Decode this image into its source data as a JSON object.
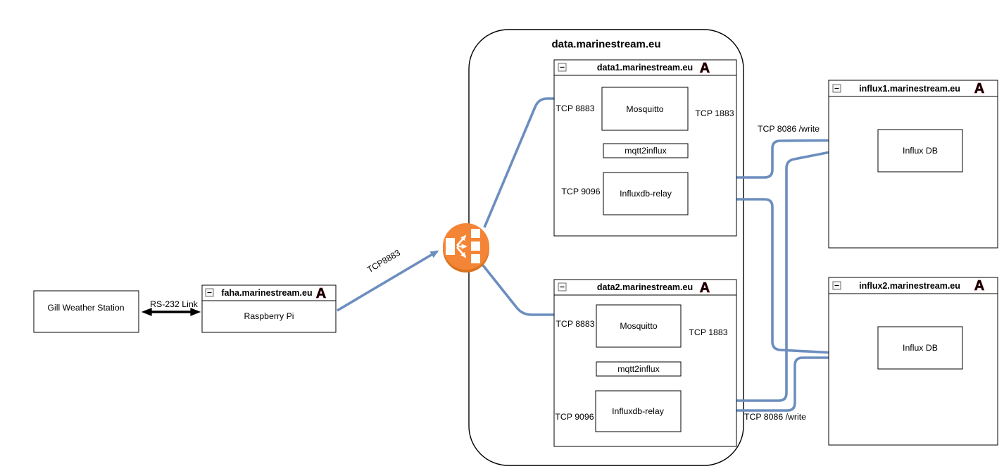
{
  "colors": {
    "edge_blue": "#6c8ebf",
    "icon_orange": "#f58536",
    "icon_orange_shadow": "#d9731f",
    "badge_red": "#ef3340",
    "box_border": "#000000"
  },
  "container": {
    "title": "data.marinestream.eu"
  },
  "nodes": {
    "gill": {
      "label": "Gill Weather Station"
    },
    "faha": {
      "title": "faha.marinestream.eu",
      "badge": "A",
      "device": "Raspberry Pi"
    },
    "data1": {
      "title": "data1.marinestream.eu",
      "badge": "A",
      "mosquitto": "Mosquitto",
      "mqtt2influx": "mqtt2influx",
      "relay": "Influxdb-relay"
    },
    "data2": {
      "title": "data2.marinestream.eu",
      "badge": "A",
      "mosquitto": "Mosquitto",
      "mqtt2influx": "mqtt2influx",
      "relay": "Influxdb-relay"
    },
    "influx1": {
      "title": "influx1.marinestream.eu",
      "badge": "A",
      "db": "Influx DB"
    },
    "influx2": {
      "title": "influx2.marinestream.eu",
      "badge": "A",
      "db": "Influx DB"
    }
  },
  "edge_labels": {
    "rs232": "RS-232 Link",
    "uplink": "TCP8883",
    "data1_in": "TCP 8883",
    "data1_mqtt": "TCP 1883",
    "data1_relay": "TCP 9096",
    "data2_in": "TCP 8883",
    "data2_mqtt": "TCP 1883",
    "data2_relay": "TCP 9096",
    "influx1_write": "TCP 8086 /write",
    "influx2_write": "TCP 8086 /write"
  },
  "icons": {
    "load_balancer": "elastic-load-balancer-icon",
    "collapse": "collapse-minus-icon",
    "badge": "red-a-badge"
  }
}
